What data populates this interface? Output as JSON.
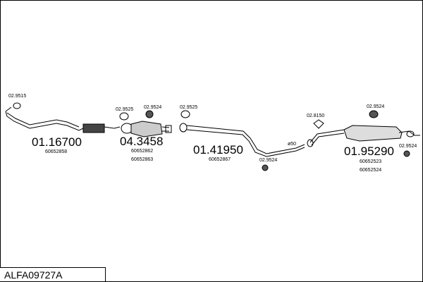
{
  "diagram": {
    "reference": "ALFA09727A",
    "parts": [
      {
        "main": "01.16700",
        "sub": [
          "60652858"
        ]
      },
      {
        "main": "04.3458",
        "sub": [
          "60652862",
          "60652863"
        ]
      },
      {
        "main": "01.41950",
        "sub": [
          "60652867"
        ]
      },
      {
        "main": "01.95290",
        "sub": [
          "60652523",
          "60652524"
        ]
      }
    ],
    "accessories": [
      "02.9515",
      "02.9525",
      "02.9524",
      "02.9525",
      "02.9524",
      "02.8150",
      "02.9524",
      "02.9524"
    ],
    "pipe_note": "ø50"
  }
}
